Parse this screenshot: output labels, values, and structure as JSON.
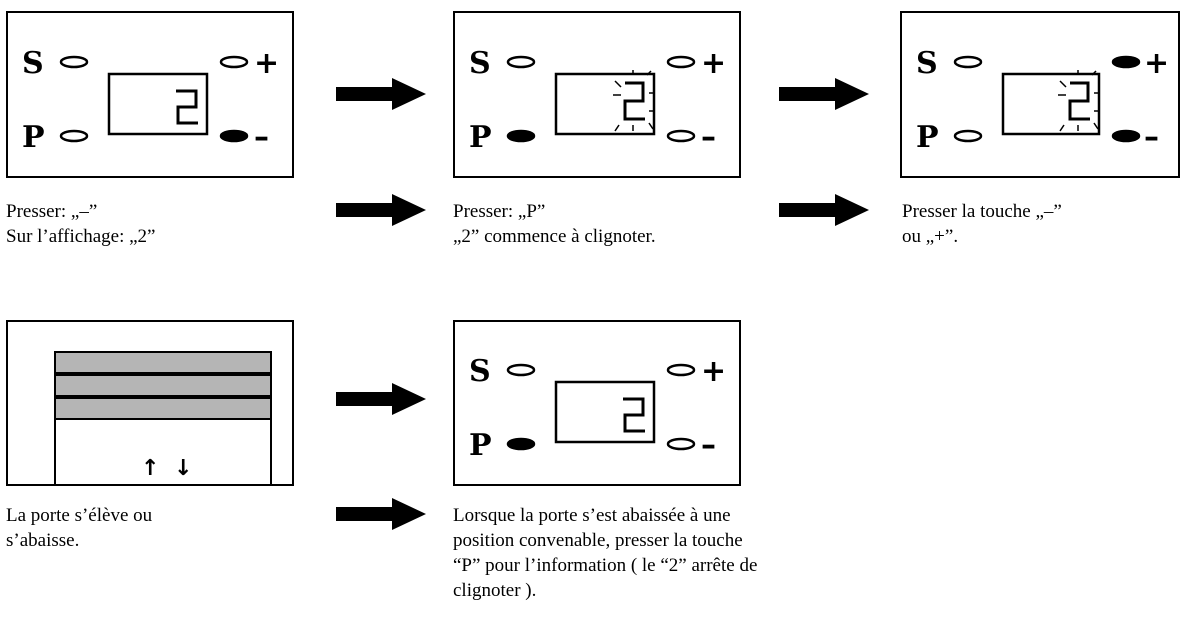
{
  "panels": [
    {
      "s_label": "S",
      "p_label": "P",
      "plus_label": "+",
      "minus_label": "–",
      "display": "2"
    },
    {
      "s_label": "S",
      "p_label": "P",
      "plus_label": "+",
      "minus_label": "–",
      "display": "2"
    },
    {
      "s_label": "S",
      "p_label": "P",
      "plus_label": "+",
      "minus_label": "–",
      "display": "2"
    },
    {
      "s_label": "S",
      "p_label": "P",
      "plus_label": "+",
      "minus_label": "–",
      "display": "2"
    }
  ],
  "captions": {
    "step1": [
      "Presser: „–”",
      "Sur l’affichage: „2”"
    ],
    "step2": [
      "Presser: „P”",
      "„2” commence à clignoter."
    ],
    "step3": [
      "Presser la touche „–”",
      "ou „+”."
    ],
    "step4": [
      "La porte s’élève ou",
      "s’abaisse."
    ],
    "step5": [
      "Lorsque la porte s’est abaissée à une",
      "position convenable, presser la touche",
      "“P” pour l’information ( le “2” arrête de",
      "clignoter )."
    ]
  },
  "door": {
    "arrow_up": "↑",
    "arrow_down": "↓"
  }
}
